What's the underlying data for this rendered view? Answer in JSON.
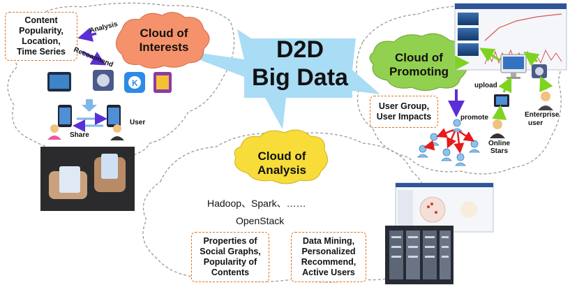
{
  "center": {
    "line1": "D2D",
    "line2": "Big Data"
  },
  "clouds": {
    "interests": {
      "line1": "Cloud of",
      "line2": "Interests",
      "fill": "#f5926b"
    },
    "promoting": {
      "line1": "Cloud of",
      "line2": "Promoting",
      "fill": "#92d04f"
    },
    "analysis": {
      "line1": "Cloud of",
      "line2": "Analysis",
      "fill": "#f7dc3a"
    }
  },
  "boxes": {
    "content": [
      "Content",
      "Popularity,",
      "Location,",
      "Time Series"
    ],
    "user_group": [
      "User Group,",
      "User Impacts"
    ],
    "social": [
      "Properties of",
      "Social Graphs,",
      "Popularity of",
      "Contents"
    ],
    "mining": [
      "Data Mining,",
      "Personalized",
      "Recommend,",
      "Active Users"
    ]
  },
  "labels": {
    "analysis": "Analysis",
    "recommend": "Recommend",
    "share": "Share",
    "user": "User",
    "upload": "upload",
    "promote": "promote",
    "online_stars": [
      "Online",
      "Stars"
    ],
    "enterprise": [
      "Enterprise",
      "user"
    ],
    "tools": "Hadoop、Spark、……",
    "openstack": "OpenStack"
  },
  "colors": {
    "callout": "#a9dcf5",
    "arrow_blue": "#5b2fd6",
    "arrow_red": "#e8181c",
    "arrow_green": "#7ed321",
    "box_border": "#e0701c"
  }
}
